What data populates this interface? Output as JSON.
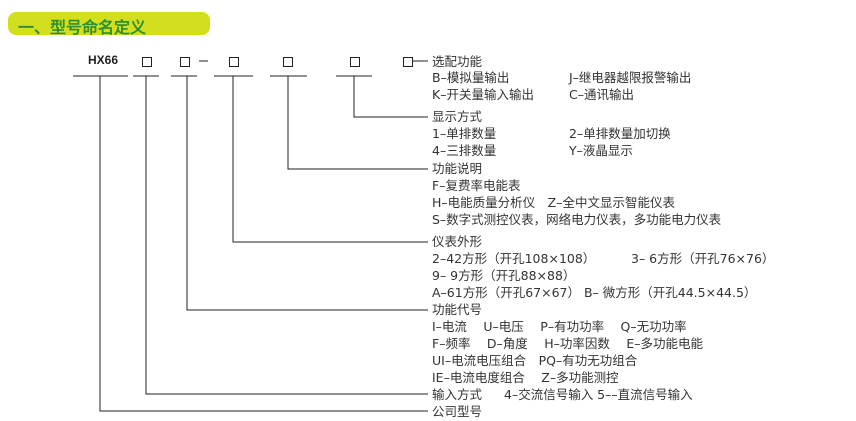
{
  "title": "一、型号命名定义",
  "model_prefix": "HX66",
  "sections": {
    "options": {
      "label": "选配功能",
      "rows": [
        [
          "B–模拟量输出",
          "J–继电器越限报警输出"
        ],
        [
          "K–开关量输入输出",
          "C–通讯输出"
        ]
      ]
    },
    "display": {
      "label": "显示方式",
      "rows": [
        [
          "1–单排数量",
          "2–单排数量加切换"
        ],
        [
          "4–三排数量",
          "Y–液晶显示"
        ]
      ]
    },
    "function_desc": {
      "label": "功能说明",
      "rows": [
        "F–复费率电能表",
        "H–电能质量分析仪　Z–全中文显示智能仪表",
        "S–数字式测控仪表，网络电力仪表，多功能电力仪表"
      ]
    },
    "shape": {
      "label": "仪表外形",
      "rows": [
        [
          "2–42方形（开孔108×108）",
          "3– 6方形（开孔76×76）"
        ],
        [
          "9– 9方形（开孔88×88）",
          ""
        ],
        [
          "A–61方形（开孔67×67） B– 微方形（开孔44.5×44.5）",
          ""
        ]
      ]
    },
    "function_code": {
      "label": "功能代号",
      "rows": [
        "I–电流　 U–电压　 P–有功功率　 Q–无功功率",
        "F–频率　 D–角度　 H–功率因数　 E–多功能电能",
        "UI–电流电压组合　PQ–有功无功组合",
        "IE–电流电度组合　 Z–多功能测控"
      ]
    },
    "input": {
      "label": "输入方式",
      "detail": "4–交流信号输入  5––直流信号输入"
    },
    "company": {
      "label": "公司型号"
    }
  }
}
